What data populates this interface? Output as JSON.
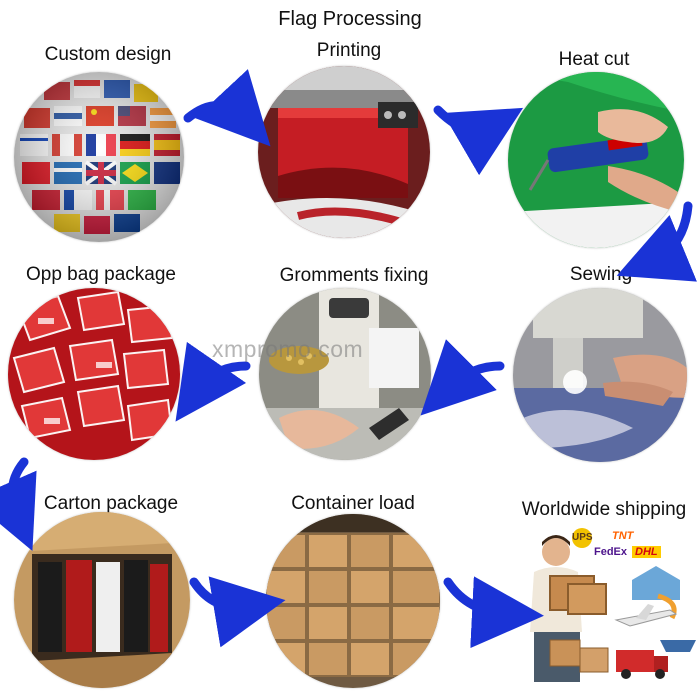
{
  "title": "Flag Processing",
  "watermark": "xmpromo.com",
  "steps": [
    {
      "label": "Custom design",
      "icon": "flag-globe-icon"
    },
    {
      "label": "Printing",
      "icon": "printer-icon"
    },
    {
      "label": "Heat cut",
      "icon": "heat-cutter-icon"
    },
    {
      "label": "Sewing",
      "icon": "sewing-machine-icon"
    },
    {
      "label": "Gromments fixing",
      "icon": "grommet-machine-icon"
    },
    {
      "label": "Opp bag package",
      "icon": "opp-bag-icon"
    },
    {
      "label": "Carton package",
      "icon": "carton-icon"
    },
    {
      "label": "Container load",
      "icon": "container-boxes-icon"
    },
    {
      "label": "Worldwide shipping",
      "icon": "courier-icon"
    }
  ],
  "shipping_logos": [
    "UPS",
    "TNT",
    "FedEx",
    "DHL"
  ],
  "colors": {
    "arrow": "#1a33d6",
    "text": "#111111"
  }
}
